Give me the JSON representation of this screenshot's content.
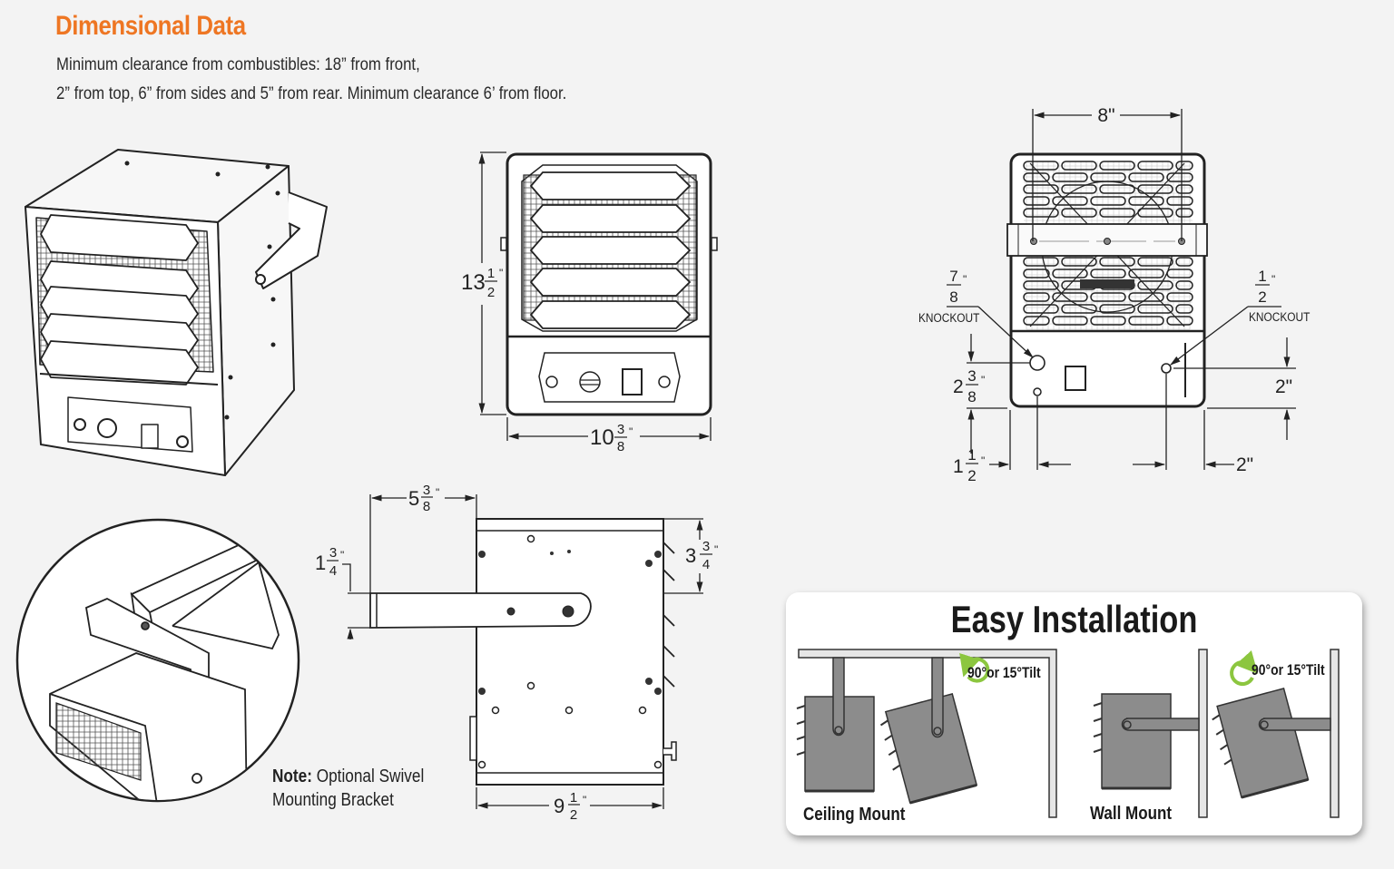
{
  "header": {
    "title": "Dimensional Data",
    "description_line1": "Minimum clearance from combustibles: 18” from front,",
    "description_line2": "2” from top, 6” from sides and 5” from rear. Minimum clearance 6’ from floor."
  },
  "colors": {
    "accent": "#ee7623",
    "tilt_arrow": "#8cc63f",
    "mount_gray": "#8c8c8c"
  },
  "front_view": {
    "height": {
      "whole": "13",
      "num": "1",
      "den": "2",
      "unit": "\""
    },
    "width": {
      "whole": "10",
      "num": "3",
      "den": "8",
      "unit": "\""
    }
  },
  "rear_view": {
    "bracket_hole_spacing": "8\"",
    "left_knockout": {
      "num": "7",
      "den": "8",
      "unit": "\"",
      "label": "KNOCKOUT"
    },
    "right_knockout": {
      "num": "1",
      "den": "2",
      "unit": "\"",
      "label": "KNOCKOUT"
    },
    "left_knockout_height": {
      "whole": "2",
      "num": "3",
      "den": "8",
      "unit": "\""
    },
    "left_knockout_offset": {
      "whole": "1",
      "num": "1",
      "den": "2",
      "unit": "\""
    },
    "right_knockout_height": "2\"",
    "right_knockout_offset": "2\""
  },
  "side_view": {
    "bracket_extension": {
      "whole": "5",
      "num": "3",
      "den": "8",
      "unit": "\""
    },
    "bracket_width": {
      "whole": "1",
      "num": "3",
      "den": "4",
      "unit": "\""
    },
    "bracket_top_offset": {
      "whole": "3",
      "num": "3",
      "den": "4",
      "unit": "\""
    },
    "depth": {
      "whole": "9",
      "num": "1",
      "den": "2",
      "unit": "\""
    }
  },
  "note": {
    "label": "Note:",
    "text_line1": "Optional Swivel",
    "text_line2": "Mounting Bracket"
  },
  "installation": {
    "title": "Easy Installation",
    "ceiling_label": "Ceiling Mount",
    "wall_label": "Wall Mount",
    "tilt_label": "90°or 15°Tilt"
  }
}
